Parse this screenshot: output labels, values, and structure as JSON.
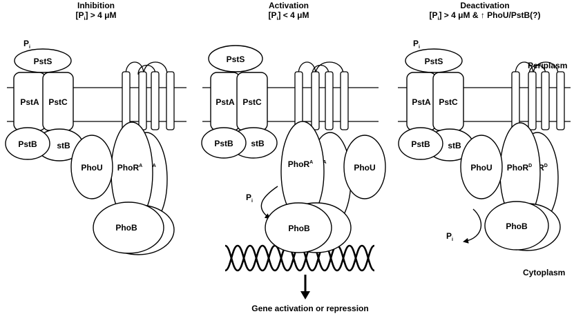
{
  "panels": {
    "inhibition": {
      "title": "Inhibition",
      "condition_pre": "[P",
      "condition_sub": "i",
      "condition_post": "] > 4 μM",
      "phosphate": "P",
      "phosphate_sub": "i",
      "pstS": "PstS",
      "pstA": "PstA",
      "pstC": "PstC",
      "pstB": "PstB",
      "pstB2": "stB",
      "phoU": "PhoU",
      "phoR_main": "PhoR",
      "phoR_sup": "A",
      "phoR_back": "R",
      "phoR_back_sup": "A",
      "phoB": "PhoB"
    },
    "activation": {
      "title": "Activation",
      "condition_pre": "[P",
      "condition_sub": "i",
      "condition_post": "] < 4 μM",
      "pstS": "PstS",
      "pstA": "PstA",
      "pstC": "PstC",
      "pstB": "PstB",
      "pstB2": "stB",
      "phoR_main": "PhoR",
      "phoR_sup": "A",
      "phoR_back_sup": "A",
      "phoU": "PhoU",
      "phosphate": "P",
      "phosphate_sub": "i",
      "phoB": "PhoB",
      "outcome": "Gene activation or repression"
    },
    "deactivation": {
      "title": "Deactivation",
      "condition_pre": "[P",
      "condition_sub": "i",
      "condition_post": "] > 4 μM & ↑ PhoU/PstB(?)",
      "phosphate_top": "P",
      "phosphate_top_sub": "i",
      "pstS": "PstS",
      "pstA": "PstA",
      "pstC": "PstC",
      "pstB": "PstB",
      "pstB2": "stB",
      "phoU": "PhoU",
      "phoR_main": "PhoR",
      "phoR_sup": "D",
      "phoR_back": "R",
      "phoR_back_sup": "D",
      "phoB": "PhoB",
      "phosphate_bottom": "P",
      "phosphate_bottom_sub": "i",
      "periplasm": "Periplasm",
      "cytoplasm": "Cytoplasm"
    }
  }
}
